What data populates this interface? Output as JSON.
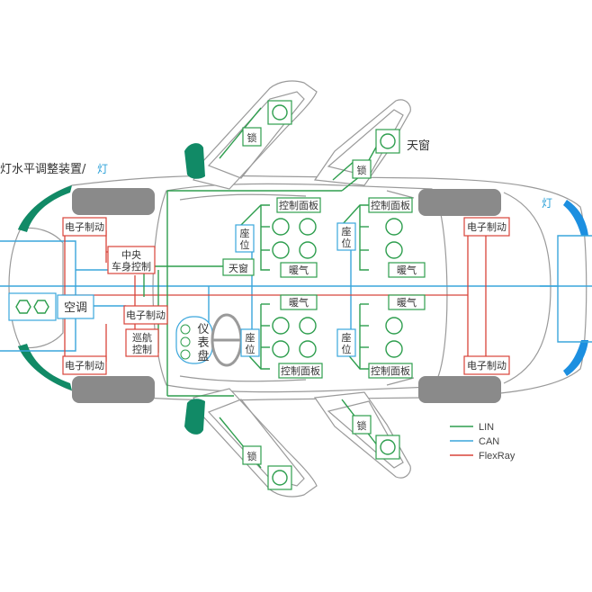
{
  "colors": {
    "lin": "#2e9e4e",
    "can": "#3aa6dc",
    "flexray": "#d8443a",
    "body_outline": "#9a9a9a",
    "wheel": "#8a8a8a",
    "lamp_front": "#118a66",
    "lamp_rear": "#1c8fe0"
  },
  "labels": {
    "headlamp_leveling": "灯水平调整装置/",
    "headlamp_lamp": "灯",
    "rear_lamp": "灯",
    "sunroof_top": "天窗",
    "sunroof_unit": "天窗",
    "central_body_ctrl_1": "中央",
    "central_body_ctrl_2": "车身控制",
    "hvac": "空调",
    "cruise_1": "巡航",
    "cruise_2": "控制",
    "cluster_1": "仪",
    "cluster_2": "表",
    "cluster_3": "盘",
    "ecu_fl": "电子制动",
    "ecu_fr": "电子制动",
    "ecu_rl": "电子制动",
    "ecu_rr": "电子制动",
    "ecu_center": "电子制动",
    "lock_fl": "锁",
    "lock_fr": "锁",
    "lock_rl": "锁",
    "lock_rr": "锁",
    "seat_fl_1": "座",
    "seat_fl_2": "位",
    "seat_fr_1": "座",
    "seat_fr_2": "位",
    "seat_rl_1": "座",
    "seat_rl_2": "位",
    "seat_rr_1": "座",
    "seat_rr_2": "位",
    "panel_fl": "控制面板",
    "panel_fr": "控制面板",
    "panel_rl": "控制面板",
    "panel_rr": "控制面板",
    "heat_fl": "暖气",
    "heat_fr": "暖气",
    "heat_rl": "暖气",
    "heat_rr": "暖气"
  },
  "legend": [
    {
      "name": "LIN",
      "color": "#2e9e4e"
    },
    {
      "name": "CAN",
      "color": "#3aa6dc"
    },
    {
      "name": "FlexRay",
      "color": "#d8443a"
    }
  ]
}
